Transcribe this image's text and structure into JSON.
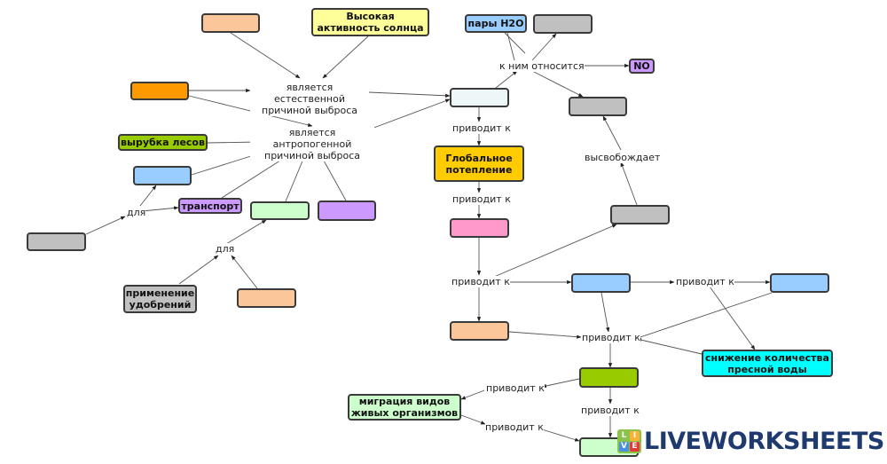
{
  "diagram": {
    "type": "concept-map",
    "nodes": [
      {
        "id": "n_peach_top",
        "text": "",
        "color": "#fbc69a"
      },
      {
        "id": "n_sun",
        "text": "Высокая активность солнца",
        "color": "#ffff99"
      },
      {
        "id": "n_orange",
        "text": "",
        "color": "#ff9900"
      },
      {
        "id": "n_forest",
        "text": "вырубка лесов",
        "color": "#99cc00"
      },
      {
        "id": "n_blue_left",
        "text": "",
        "color": "#99ccff"
      },
      {
        "id": "n_transport",
        "text": "транспорт",
        "color": "#cc99ff"
      },
      {
        "id": "n_gray_left",
        "text": "",
        "color": "#c0c0c0"
      },
      {
        "id": "n_lightgreen_mid",
        "text": "",
        "color": "#ccffcc"
      },
      {
        "id": "n_purple_mid",
        "text": "",
        "color": "#cc99ff"
      },
      {
        "id": "n_fertilizer",
        "text": "применение удобрений",
        "color": "#c0c0c0"
      },
      {
        "id": "n_peach_bottom",
        "text": "",
        "color": "#fbc69a"
      },
      {
        "id": "n_gases",
        "text": "",
        "color": "#eef7f7"
      },
      {
        "id": "n_h2o",
        "text": "пары H2O",
        "color": "#99ccff"
      },
      {
        "id": "n_gray_top",
        "text": "",
        "color": "#c0c0c0"
      },
      {
        "id": "n_no",
        "text": "NO",
        "color": "#cc99ff"
      },
      {
        "id": "n_gray_right",
        "text": "",
        "color": "#c0c0c0"
      },
      {
        "id": "n_warming",
        "text": "Глобальное потепление",
        "color": "#ffcc00"
      },
      {
        "id": "n_pink",
        "text": "",
        "color": "#ff99cc"
      },
      {
        "id": "n_gray_mid",
        "text": "",
        "color": "#c0c0c0"
      },
      {
        "id": "n_blue_mid",
        "text": "",
        "color": "#99ccff"
      },
      {
        "id": "n_blue_right",
        "text": "",
        "color": "#99ccff"
      },
      {
        "id": "n_peach_low",
        "text": "",
        "color": "#fbc69a"
      },
      {
        "id": "n_water",
        "text": "снижение количества пресной воды",
        "color": "#00ffff"
      },
      {
        "id": "n_green_low",
        "text": "",
        "color": "#99cc00"
      },
      {
        "id": "n_migration",
        "text": "миграция видов живых организмов",
        "color": "#ccffcc"
      },
      {
        "id": "n_lightgreen_bottom",
        "text": "",
        "color": "#ccffcc"
      }
    ],
    "link_labels": [
      {
        "id": "l_natural",
        "text": "является естественной причиной выброса"
      },
      {
        "id": "l_anthro",
        "text": "является антропогенной причиной выброса"
      },
      {
        "id": "l_for1",
        "text": "для"
      },
      {
        "id": "l_for2",
        "text": "для"
      },
      {
        "id": "l_include",
        "text": "к ним относится"
      },
      {
        "id": "l_lead1",
        "text": "приводит к"
      },
      {
        "id": "l_lead2",
        "text": "приводит к"
      },
      {
        "id": "l_releases",
        "text": "высвобождает"
      },
      {
        "id": "l_lead3",
        "text": "приводит к"
      },
      {
        "id": "l_lead4",
        "text": "приводит к"
      },
      {
        "id": "l_lead5",
        "text": "приводит к"
      },
      {
        "id": "l_lead6",
        "text": "приводит к"
      },
      {
        "id": "l_lead7",
        "text": "приводит к"
      },
      {
        "id": "l_lead8",
        "text": "приводит к"
      }
    ]
  },
  "branding": {
    "logo_text": "LIVEWORKSHEETS",
    "tiles": [
      {
        "letter": "L",
        "color": "#8bc34a"
      },
      {
        "letter": "I",
        "color": "#f9b233"
      },
      {
        "letter": "V",
        "color": "#4a90e2"
      },
      {
        "letter": "E",
        "color": "#e53935"
      }
    ]
  }
}
